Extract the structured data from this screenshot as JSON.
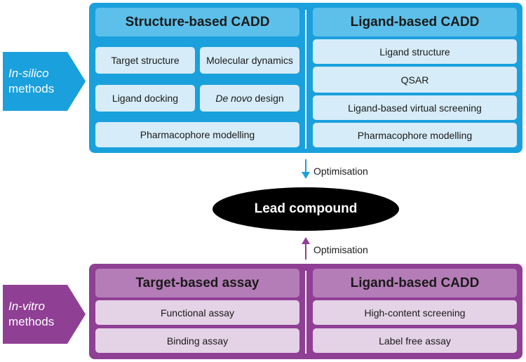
{
  "in_silico": {
    "side_label_1": "In-silico",
    "side_label_2": "methods",
    "arrow_color": "#1aa0dc",
    "left": {
      "header": "Structure-based CADD",
      "target_structure": "Target structure",
      "molecular_dynamics": "Molecular dynamics",
      "ligand_docking": "Ligand docking",
      "de_novo_italic": "De novo",
      "de_novo_rest": " design",
      "pharmacophore": "Pharmacophore modelling"
    },
    "right": {
      "header": "Ligand-based CADD",
      "items": [
        "Ligand structure",
        "QSAR",
        "Ligand-based virtual screening",
        "Pharmacophore modelling"
      ]
    }
  },
  "lead": {
    "label": "Lead compound",
    "optimisation_top": "Optimisation",
    "optimisation_bottom": "Optimisation"
  },
  "in_vitro": {
    "side_label_1": "In-vitro",
    "side_label_2": "methods",
    "arrow_color": "#8f3f94",
    "left": {
      "header": "Target-based assay",
      "items": [
        "Functional assay",
        "Binding assay"
      ]
    },
    "right": {
      "header": "Ligand-based CADD",
      "items": [
        "High-content screening",
        "Label free assay"
      ]
    }
  }
}
